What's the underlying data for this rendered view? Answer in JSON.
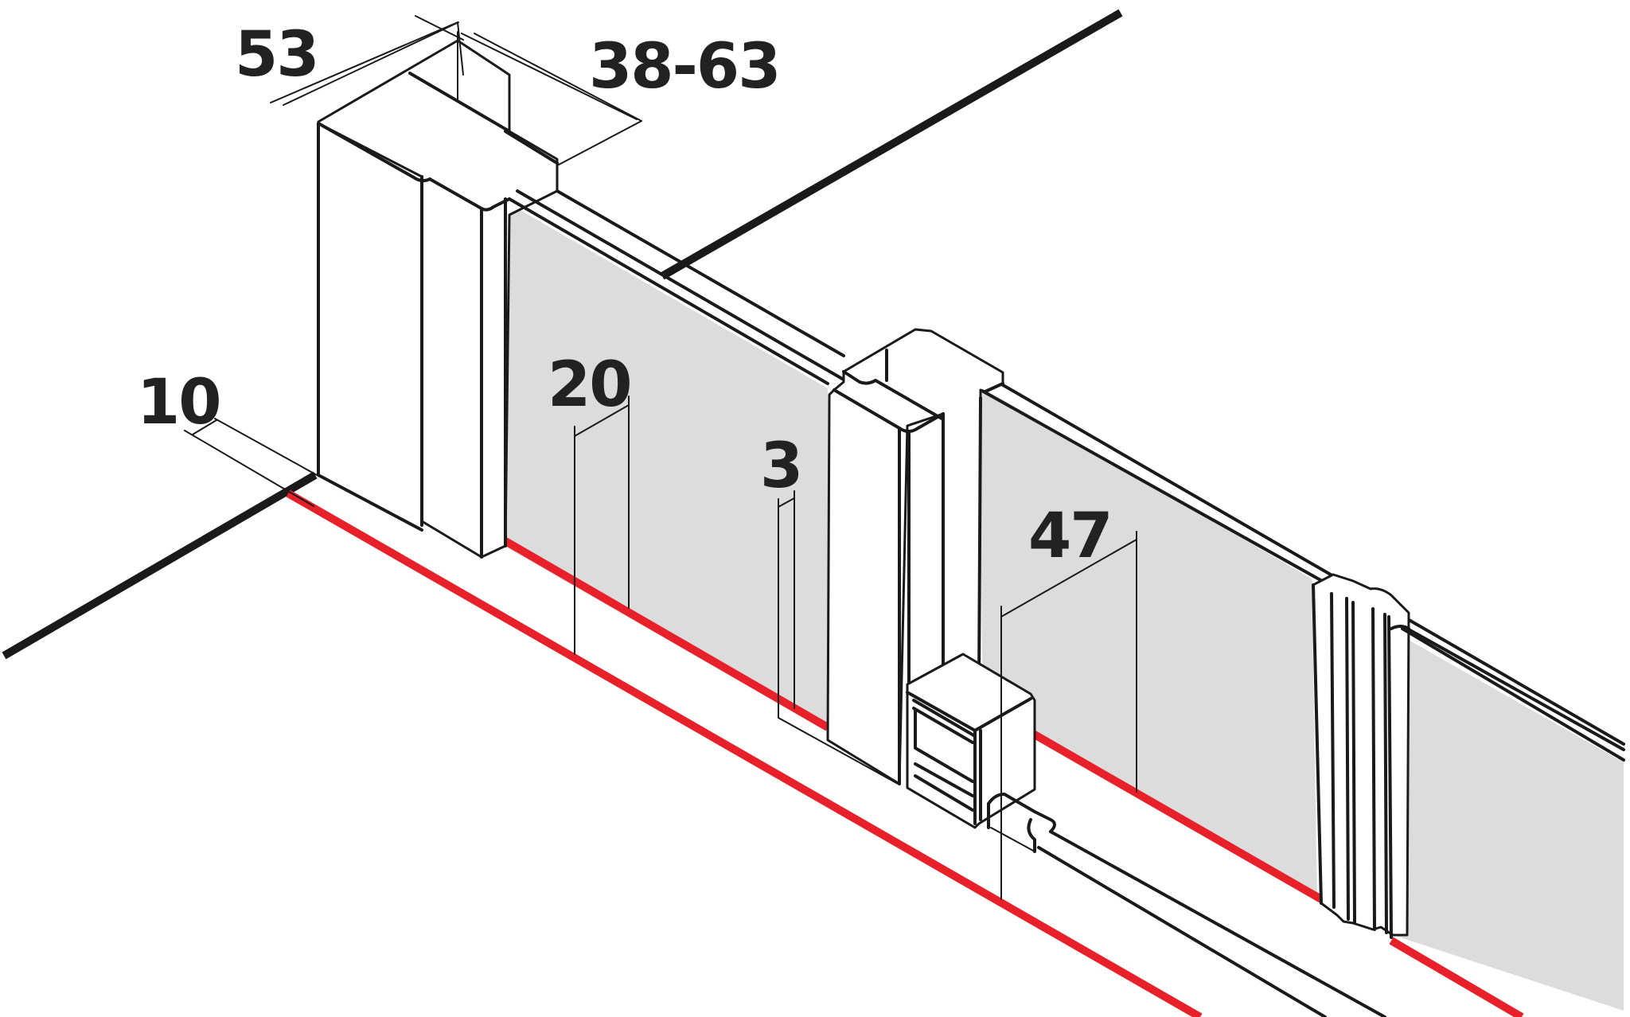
{
  "dimensions": {
    "profile_width": "53",
    "wall_range": "38-63",
    "offset_left": "10",
    "glass_gap": "20",
    "seal_gap": "3",
    "door_offset": "47"
  },
  "colors": {
    "line": "#1a1a1a",
    "floor_seal": "#e8202a",
    "glass_panel": "#dcdcdc",
    "label": "#222222"
  }
}
